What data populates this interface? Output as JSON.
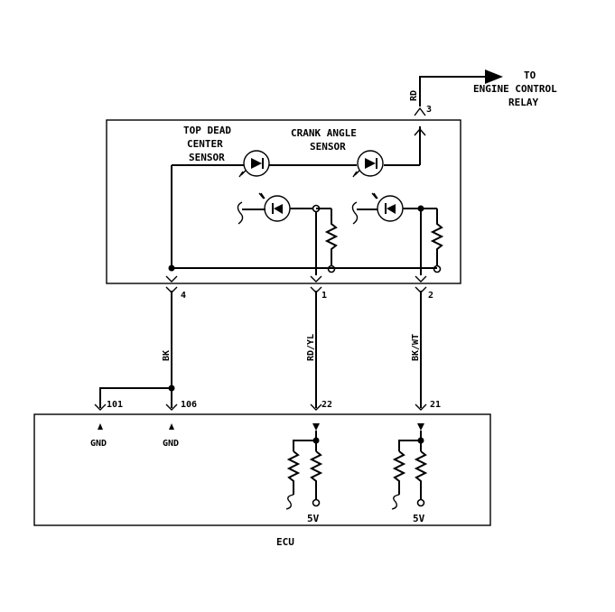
{
  "labels": {
    "to_relay": [
      "TO",
      "ENGINE CONTROL",
      "RELAY"
    ],
    "rd_wire": "RD",
    "pin3": "3",
    "tdc_sensor": [
      "TOP DEAD",
      "CENTER",
      "SENSOR"
    ],
    "crank_sensor": [
      "CRANK ANGLE",
      "SENSOR"
    ],
    "pin4": "4",
    "pin1": "1",
    "pin2": "2",
    "bk_wire": "BK",
    "rdyl_wire": "RD/YL",
    "bkwt_wire": "BK/WT",
    "pin101": "101",
    "pin106": "106",
    "pin22": "22",
    "pin21": "21",
    "gnd1": "GND",
    "gnd2": "GND",
    "v5_1": "5V",
    "v5_2": "5V",
    "ecu": "ECU"
  }
}
